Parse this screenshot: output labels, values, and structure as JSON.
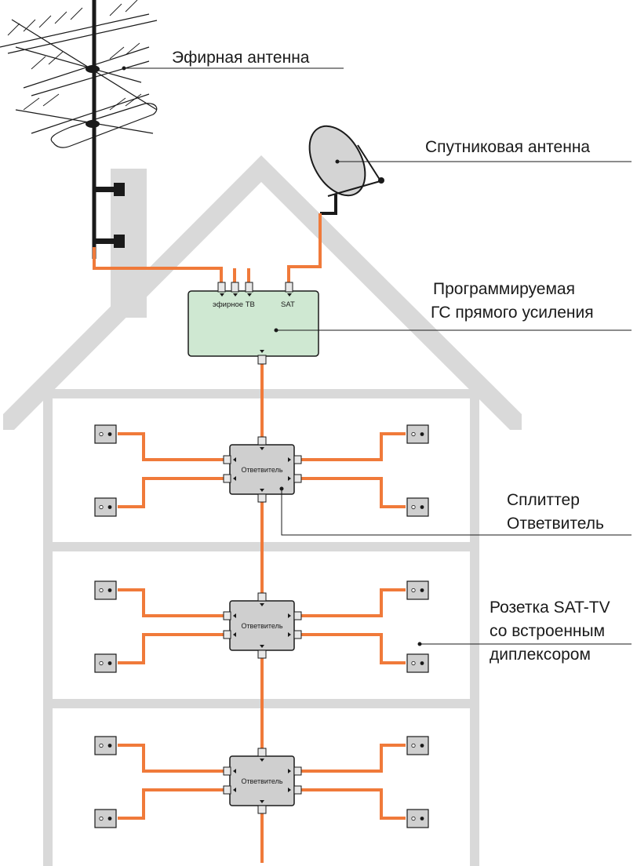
{
  "labels": {
    "air_antenna": "Эфирная антенна",
    "sat_antenna": "Спутниковая антенна",
    "amp_line1": "Программируемая",
    "amp_line2": "ГС прямого усиления",
    "amp_air_port": "эфирное ТВ",
    "amp_sat_port": "SAT",
    "splitter_line1": "Сплиттер",
    "splitter_line2": "Ответвитель",
    "socket_line1": "Розетка SAT-TV",
    "socket_line2": "со встроенным",
    "socket_line3": "диплексором"
  },
  "tap_label": "Ответвитель",
  "colors": {
    "cable": "#f07a3a",
    "amp_fill": "#cfe8d2",
    "device_fill": "#cfcfcf",
    "wall": "#d9d9d9",
    "stroke": "#1a1a1a"
  }
}
